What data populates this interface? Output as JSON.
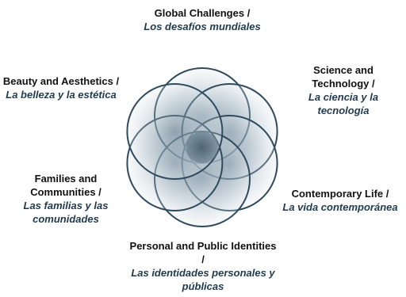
{
  "colors": {
    "circle_fill": "#b9c7d1",
    "circle_stroke": "#2e4a5e",
    "center_fill": "#3c5668",
    "text_dark": "#111111",
    "text_italic": "#1f3a4d"
  },
  "themes": [
    {
      "id": "global",
      "en": "Global Challenges /",
      "es": "Los desafíos mundiales"
    },
    {
      "id": "science",
      "en": "Science and Technology /",
      "es": "La ciencia y la tecnología"
    },
    {
      "id": "contemporary",
      "en": "Contemporary Life /",
      "es": "La vida contemporánea"
    },
    {
      "id": "identities",
      "en": "Personal and Public Identities /",
      "es": "Las identidades personales y públicas"
    },
    {
      "id": "families",
      "en": "Families and Communities /",
      "es": "Las familias y las comunidades"
    },
    {
      "id": "beauty",
      "en": "Beauty and Aesthetics /",
      "es": "La belleza y la estética"
    }
  ]
}
